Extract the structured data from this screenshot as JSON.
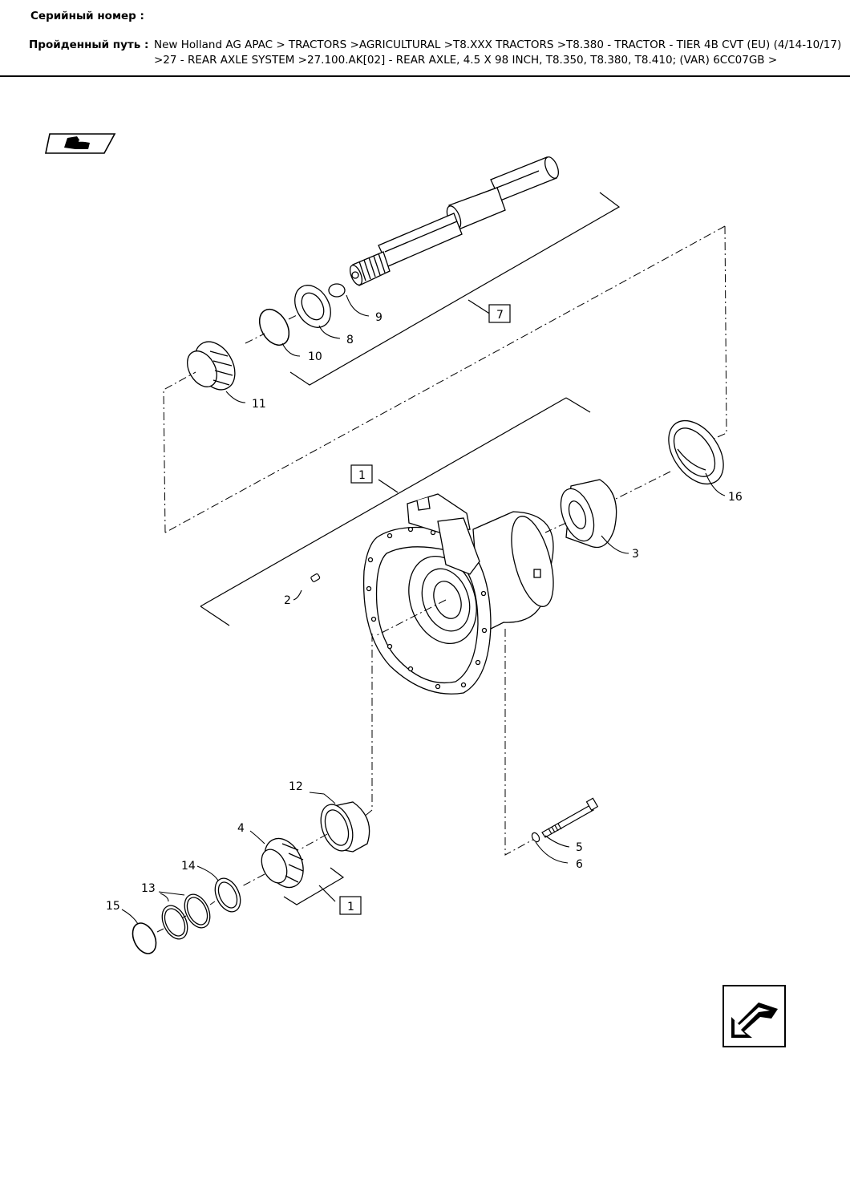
{
  "header": {
    "serial_label": "Серийный номер :",
    "path_label": "Пройденный путь :",
    "path_line1": "New Holland AG APAC > TRACTORS >AGRICULTURAL >T8.XXX TRACTORS >T8.380 - TRACTOR - TIER 4B CVT (EU) (4/14-10/17)",
    "path_line2": ">27 - REAR AXLE SYSTEM >27.100.AK[02] - REAR AXLE, 4.5 X 98 INCH, T8.350, T8.380, T8.410; (VAR) 6CC07GB >"
  },
  "callouts": {
    "c1a": "1",
    "c1b": "1",
    "c2": "2",
    "c3": "3",
    "c4": "4",
    "c5": "5",
    "c6": "6",
    "c7": "7",
    "c8": "8",
    "c9": "9",
    "c10": "10",
    "c11": "11",
    "c12": "12",
    "c13": "13",
    "c14": "14",
    "c15": "15",
    "c16": "16"
  },
  "icons": {
    "top_left": "book-hand-icon",
    "bottom_right": "next-page-arrow-icon"
  }
}
